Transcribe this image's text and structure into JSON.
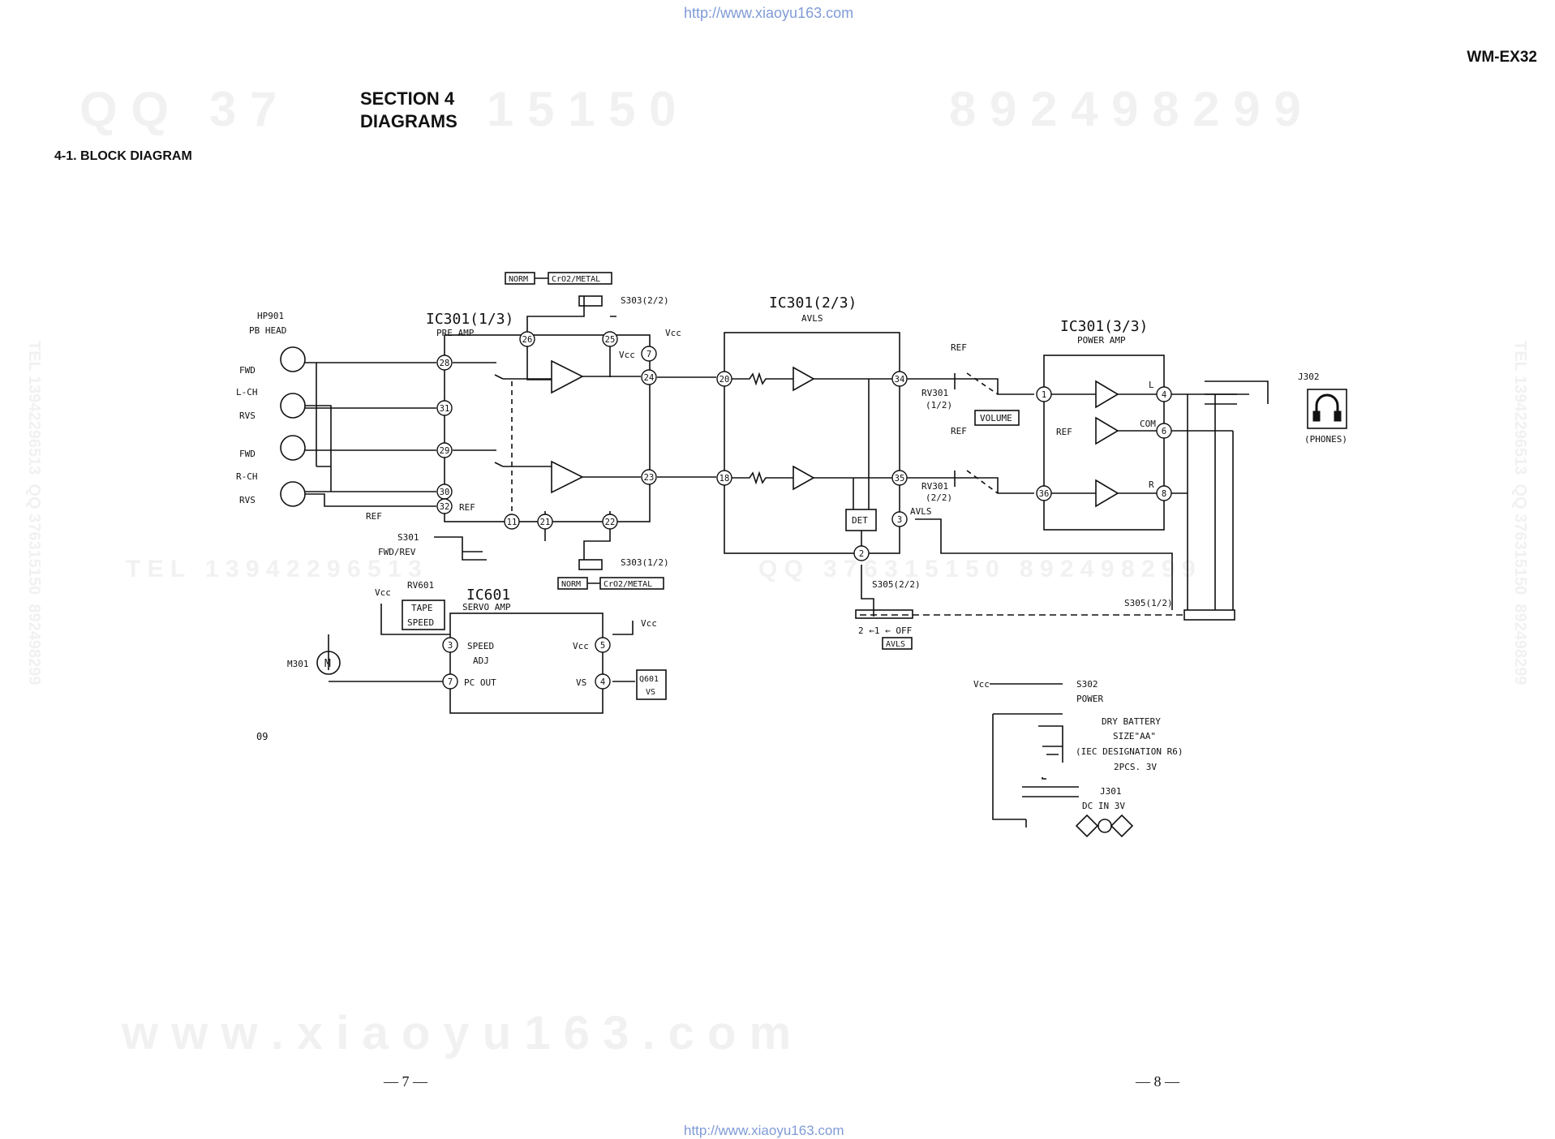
{
  "header": {
    "url_top": "http://www.xiaoyu163.com",
    "model": "WM-EX32",
    "section_line1": "SECTION 4",
    "section_line2": "DIAGRAMS",
    "subsection": "4-1.  BLOCK DIAGRAM"
  },
  "footer": {
    "url_bottom": "http://www.xiaoyu163.com",
    "page_left": "— 7 —",
    "page_right": "— 8 —",
    "ref_code": "09"
  },
  "watermarks": {
    "row1_left": "Q Q   3 7",
    "row1_mid": "1 5 1 5 0",
    "row1_right": "8 9 2 4 9 8 2 9 9",
    "row2_left": "T E L   1 3 9 4 2 2 9 6 5 1 3",
    "row2_right": "Q Q   3 7 6 3 1 5 1 5 0   8 9 2 4 9 8 2 9 9",
    "row3": "w w w . x i a o y u 1 6 3 . c o m",
    "side": "TEL 13942296513  QQ 376315150  892498299"
  },
  "diagram": {
    "ic301_pre_title": "IC301(1/3)",
    "ic301_pre_sub": "PRE AMP",
    "ic301_avls_title": "IC301(2/3)",
    "ic301_avls_sub": "AVLS",
    "ic301_pwr_title": "IC301(3/3)",
    "ic301_pwr_sub": "POWER AMP",
    "ic601_title": "IC601",
    "ic601_sub": "SERVO AMP",
    "head_label": "HP901",
    "head_sub": "PB HEAD",
    "fwd1": "FWD",
    "lch": "L-CH",
    "rvs1": "RVS",
    "fwd2": "FWD",
    "rch": "R-CH",
    "rvs2": "RVS",
    "ref": "REF",
    "s303_a": "S303(2/2)",
    "s303_b": "S303(1/2)",
    "norm": "NORM",
    "cro2": "CrO2/METAL",
    "vcc": "Vcc",
    "s301": "S301",
    "fwd_rev": "FWD/REV",
    "rv601": "RV601",
    "tape_speed_1": "TAPE",
    "tape_speed_2": "SPEED",
    "m301": "M301",
    "motor": "M",
    "speed": "SPEED",
    "adj": "ADJ",
    "pc_out": "PC OUT",
    "vs": "VS",
    "q601": "Q601",
    "det": "DET",
    "avls": "AVLS",
    "s305_a": "S305(2/2)",
    "s305_b": "S305(1/2)",
    "s305_pos": "2 ←1 ← OFF",
    "rv301": "RV301",
    "half1": "(1/2)",
    "half2": "(2/2)",
    "volume": "VOLUME",
    "com": "COM",
    "l": "L",
    "r": "R",
    "j302": "J302",
    "phones": "(PHONES)",
    "s302": "S302",
    "power": "POWER",
    "dry_battery": "DRY BATTERY",
    "size_aa": "SIZE\"AA\"",
    "iec": "(IEC DESIGNATION R6)",
    "pcs": "2PCS. 3V",
    "j301": "J301",
    "dc_in": "DC IN 3V",
    "pins": {
      "p28": "28",
      "p31": "31",
      "p29": "29",
      "p30": "30",
      "p32": "32",
      "p26": "26",
      "p25": "25",
      "p7": "7",
      "p24": "24",
      "p23": "23",
      "p11": "11",
      "p21": "21",
      "p22": "22",
      "p20": "20",
      "p18": "18",
      "p34": "34",
      "p35": "35",
      "p3": "3",
      "p2": "2",
      "p1": "1",
      "p36": "36",
      "p4": "4",
      "p6": "6",
      "p8": "8",
      "s3": "3",
      "s7": "7",
      "s5": "5",
      "s4": "4"
    }
  }
}
